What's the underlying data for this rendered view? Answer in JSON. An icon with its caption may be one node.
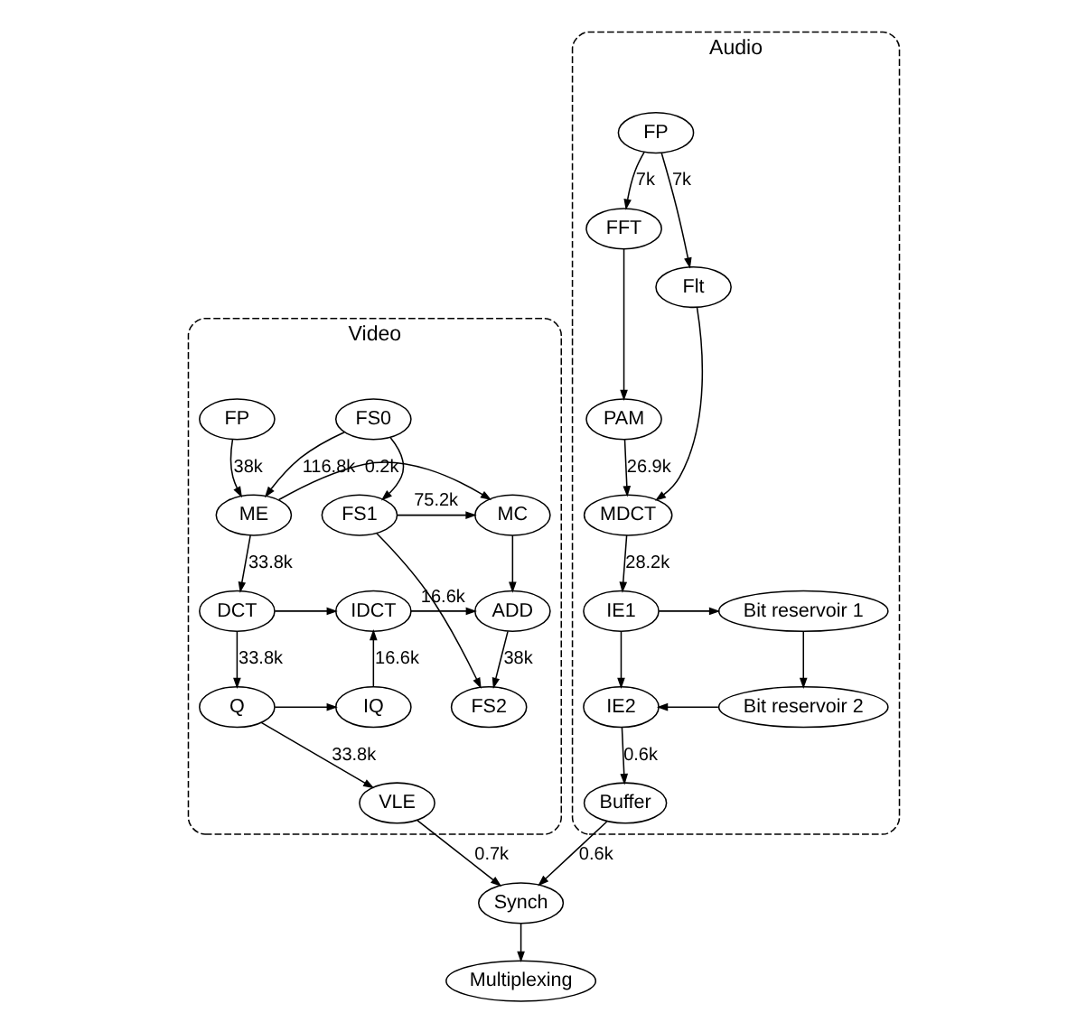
{
  "diagram": {
    "nodes": [
      {
        "text": [
          "Video"
        ]
      },
      {
        "text": [
          "FP"
        ],
        "in": 0
      },
      {
        "text": [
          "FS0"
        ],
        "in": 0
      },
      {
        "text": [
          "ME"
        ],
        "in": 0
      },
      {
        "text": [
          "MC"
        ],
        "in": 0
      },
      {
        "text": [
          "FS1"
        ],
        "in": 0
      },
      {
        "text": [
          "DCT"
        ],
        "in": 0
      },
      {
        "text": [
          "IDCT"
        ],
        "in": 0
      },
      {
        "text": [
          "ADD"
        ],
        "in": 0
      },
      {
        "text": [
          "Q"
        ],
        "in": 0
      },
      {
        "text": [
          "IQ"
        ],
        "in": 0
      },
      {
        "text": [
          "FS2"
        ],
        "in": 0
      },
      {
        "text": [
          "VLE"
        ],
        "in": 0
      },
      {
        "text": [
          "Audio"
        ]
      },
      {
        "text": [
          "FP"
        ],
        "in": 13
      },
      {
        "text": [
          "FFT"
        ],
        "in": 13
      },
      {
        "text": [
          "Flt"
        ],
        "in": 13
      },
      {
        "text": [
          "PAM"
        ],
        "in": 13
      },
      {
        "text": [
          "MDCT"
        ],
        "in": 13
      },
      {
        "text": [
          "IE1"
        ],
        "in": 13
      },
      {
        "text": [
          "Bit reservoir 1"
        ],
        "in": 13
      },
      {
        "text": [
          "IE2"
        ],
        "in": 13
      },
      {
        "text": [
          "Bit reservoir 2"
        ],
        "in": 13
      },
      {
        "text": [
          "Buffer"
        ],
        "in": 13
      },
      {
        "text": [
          "Synch"
        ]
      },
      {
        "text": [
          "Multiplexing"
        ]
      }
    ],
    "edges": [
      {
        "from": 1,
        "to": 3,
        "arrow": "to",
        "label": "38k"
      },
      {
        "from": 2,
        "to": 3,
        "arrow": "to",
        "label": "116.8k"
      },
      {
        "from": 2,
        "to": 5,
        "arrow": "to"
      },
      {
        "from": 5,
        "to": 4,
        "arrow": "to",
        "label": "75.2k"
      },
      {
        "from": 3,
        "to": 4,
        "arrow": "to",
        "label": "0.2k"
      },
      {
        "from": 3,
        "to": 6,
        "arrow": "to",
        "label": "33.8k"
      },
      {
        "from": 4,
        "to": 8,
        "arrow": "to"
      },
      {
        "from": 6,
        "to": 7,
        "arrow": "to"
      },
      {
        "from": 7,
        "to": 8,
        "arrow": "to",
        "label": "16.6k"
      },
      {
        "from": 8,
        "to": 11,
        "arrow": "to",
        "label": "38k"
      },
      {
        "from": 5,
        "to": 11,
        "arrow": "to"
      },
      {
        "from": 6,
        "to": 9,
        "arrow": "to",
        "label": "33.8k"
      },
      {
        "from": 9,
        "to": 10,
        "arrow": "to"
      },
      {
        "from": 10,
        "to": 7,
        "arrow": "to",
        "label": "16.6k"
      },
      {
        "from": 9,
        "to": 12,
        "arrow": "to",
        "label": "33.8k"
      },
      {
        "from": 12,
        "to": 24,
        "arrow": "to",
        "label": "0.7k"
      },
      {
        "from": 14,
        "to": 15,
        "arrow": "to",
        "label": "7k"
      },
      {
        "from": 14,
        "to": 16,
        "arrow": "to",
        "label": "7k"
      },
      {
        "from": 15,
        "to": 17,
        "arrow": "to"
      },
      {
        "from": 17,
        "to": 18,
        "arrow": "to",
        "label": "26.9k"
      },
      {
        "from": 16,
        "to": 18,
        "arrow": "to"
      },
      {
        "from": 18,
        "to": 19,
        "arrow": "to",
        "label": "28.2k"
      },
      {
        "from": 19,
        "to": 20,
        "arrow": "to"
      },
      {
        "from": 20,
        "to": 22,
        "arrow": "to"
      },
      {
        "from": 19,
        "to": 21,
        "arrow": "to"
      },
      {
        "from": 22,
        "to": 21,
        "arrow": "to"
      },
      {
        "from": 21,
        "to": 23,
        "arrow": "to",
        "label": "0.6k"
      },
      {
        "from": 23,
        "to": 24,
        "arrow": "to",
        "label": "0.6k"
      },
      {
        "from": 24,
        "to": 25,
        "arrow": "to"
      }
    ]
  }
}
